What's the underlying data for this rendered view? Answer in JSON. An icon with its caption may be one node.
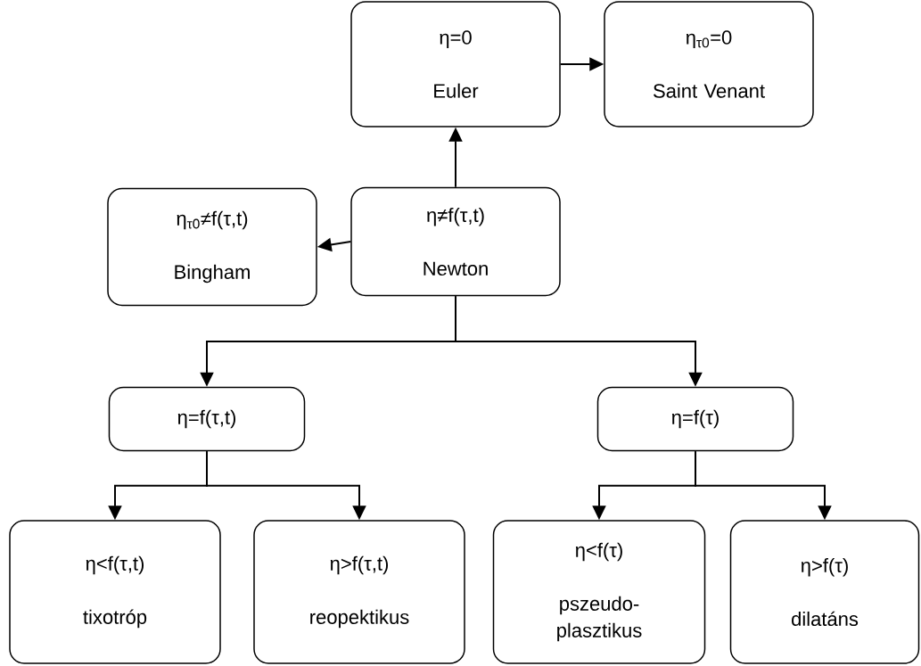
{
  "diagram": {
    "nodes": [
      {
        "text": [
          "η=0",
          "Euler"
        ]
      },
      {
        "text": [
          "η$_{τ0}$=0",
          "Saint Venant"
        ]
      },
      {
        "text": [
          "η$_{τ0}$≠f(τ,t)",
          "Bingham"
        ]
      },
      {
        "text": [
          "η≠f(τ,t)",
          "Newton"
        ]
      },
      {
        "text": [
          "η=f(τ,t)"
        ]
      },
      {
        "text": [
          "η=f(τ)"
        ]
      },
      {
        "text": [
          "η<f(τ,t)",
          "tixotróp"
        ]
      },
      {
        "text": [
          "η>f(τ,t)",
          "reopektikus"
        ]
      },
      {
        "text": [
          "η<f(τ)",
          "pszeudo- plasztikus"
        ]
      },
      {
        "text": [
          "η>f(τ)",
          "dilatáns"
        ]
      }
    ],
    "edges": [
      {
        "from": 3,
        "to": 0,
        "arrow": "to"
      },
      {
        "from": 0,
        "to": 1,
        "arrow": "to"
      },
      {
        "from": 3,
        "to": 2,
        "arrow": "to"
      },
      {
        "from": 3,
        "to": 4,
        "arrow": "to"
      },
      {
        "from": 3,
        "to": 5,
        "arrow": "to"
      },
      {
        "from": 4,
        "to": 6,
        "arrow": "to"
      },
      {
        "from": 4,
        "to": 7,
        "arrow": "to"
      },
      {
        "from": 5,
        "to": 8,
        "arrow": "to"
      },
      {
        "from": 5,
        "to": 9,
        "arrow": "to"
      }
    ]
  }
}
